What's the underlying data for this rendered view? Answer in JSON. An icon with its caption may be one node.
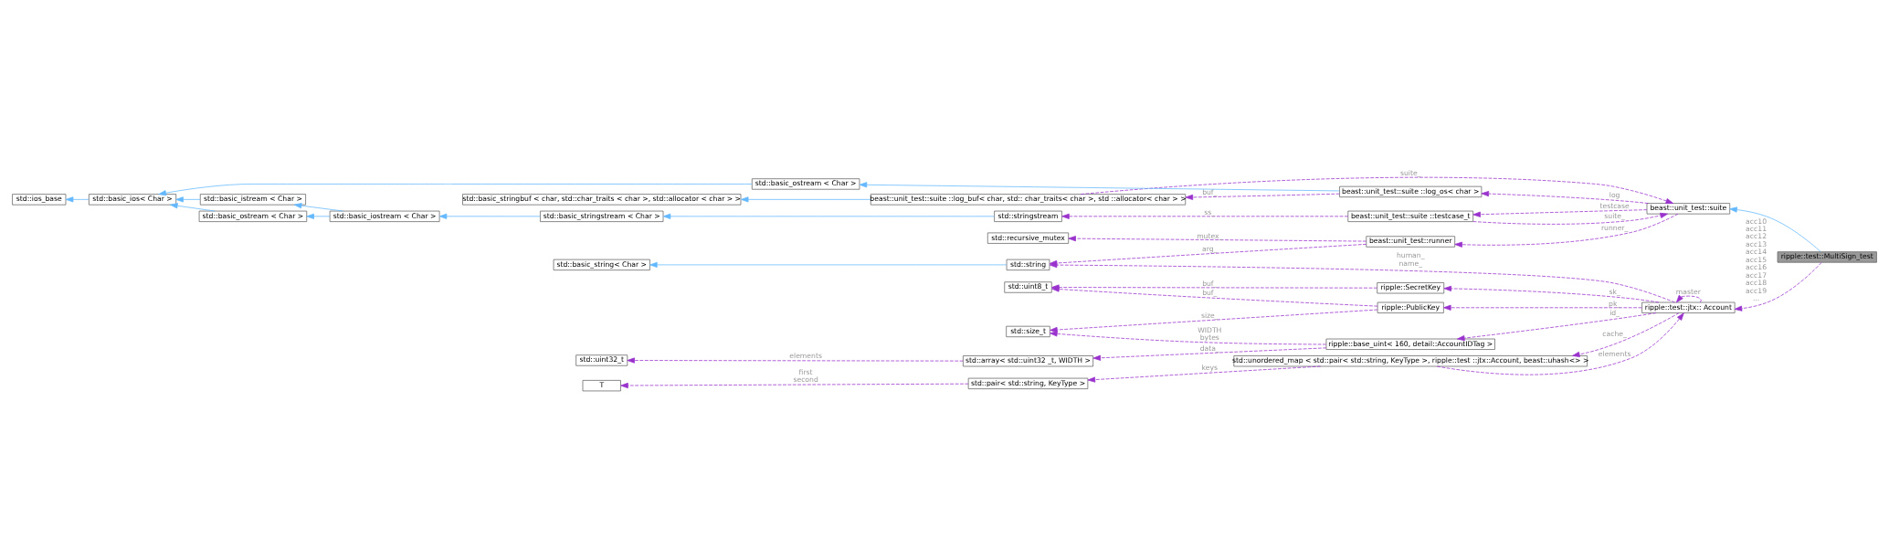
{
  "diagram": {
    "nodes": [
      {
        "text": [
          "ripple::test::MultiSign_test"
        ]
      },
      {
        "text": [
          "beast::unit_test::suite"
        ]
      },
      {
        "text": [
          "std::basic_stringbuf < char, std::char_traits < char >, std::allocator < char > >"
        ]
      },
      {
        "text": [
          "beast::unit_test::suite ::log_buf< char, std:: char_traits< char >, std ::allocator< char > >"
        ]
      },
      {
        "text": [
          "beast::unit_test::suite ::log_os< char >"
        ]
      },
      {
        "text": [
          "std::basic_ostream < Char >"
        ]
      },
      {
        "text": [
          "std::basic_ios< Char >"
        ]
      },
      {
        "text": [
          "std::ios_base"
        ]
      },
      {
        "text": [
          "std::basic_istream < Char >"
        ]
      },
      {
        "text": [
          "std::basic_ostream < Char >"
        ]
      },
      {
        "text": [
          "std::basic_iostream < Char >"
        ]
      },
      {
        "text": [
          "std::basic_stringstream < Char >"
        ]
      },
      {
        "text": [
          "std::stringstream"
        ]
      },
      {
        "text": [
          "beast::unit_test::suite ::testcase_t"
        ]
      },
      {
        "text": [
          "beast::unit_test::runner"
        ]
      },
      {
        "text": [
          "std::string"
        ]
      },
      {
        "text": [
          "std::basic_string< Char >"
        ]
      },
      {
        "text": [
          "std::recursive_mutex"
        ]
      },
      {
        "text": [
          "ripple::test::jtx:: Account"
        ]
      },
      {
        "text": [
          "ripple::PublicKey"
        ]
      },
      {
        "text": [
          "ripple::SecretKey"
        ]
      },
      {
        "text": [
          "std::uint8_t"
        ]
      },
      {
        "text": [
          "std::size_t"
        ]
      },
      {
        "text": [
          "ripple::base_uint< 160, detail::AccountIDTag >"
        ]
      },
      {
        "text": [
          "std::array< std::uint32 _t, WIDTH >"
        ]
      },
      {
        "text": [
          "std::uint32_t"
        ]
      },
      {
        "text": [
          "std::unordered_map < std::pair< std::string, KeyType >, ripple::test ::jtx::Account, beast::uhash<> >"
        ]
      },
      {
        "text": [
          "std::pair< std::string, KeyType >"
        ]
      },
      {
        "text": [
          "T"
        ]
      }
    ],
    "edges": [
      {
        "from": 0,
        "to": 1,
        "arrow": "to",
        "color": "#63b8ff"
      },
      {
        "from": 3,
        "to": 2,
        "arrow": "to",
        "color": "#63b8ff"
      },
      {
        "from": 4,
        "to": 5,
        "arrow": "to",
        "color": "#63b8ff"
      },
      {
        "from": 5,
        "to": 6,
        "arrow": "to",
        "color": "#63b8ff"
      },
      {
        "from": 6,
        "to": 7,
        "arrow": "to",
        "color": "#63b8ff"
      },
      {
        "from": 8,
        "to": 6,
        "arrow": "to",
        "color": "#63b8ff"
      },
      {
        "from": 9,
        "to": 6,
        "arrow": "to",
        "color": "#63b8ff"
      },
      {
        "from": 10,
        "to": 8,
        "arrow": "to",
        "color": "#63b8ff"
      },
      {
        "from": 10,
        "to": 9,
        "arrow": "to",
        "color": "#63b8ff"
      },
      {
        "from": 11,
        "to": 10,
        "arrow": "to",
        "color": "#63b8ff"
      },
      {
        "from": 12,
        "to": 11,
        "arrow": "to",
        "color": "#63b8ff"
      },
      {
        "from": 15,
        "to": 16,
        "arrow": "to",
        "color": "#63b8ff"
      },
      {
        "from": 0,
        "to": 18,
        "arrow": "to",
        "style": "dashed",
        "label": "acc10 acc11 acc12 acc13 acc14 acc15 acc16 acc17 acc18 acc19 ..."
      },
      {
        "from": 18,
        "to": 18,
        "arrow": "to",
        "style": "dashed",
        "label": "master"
      },
      {
        "from": 18,
        "to": 26,
        "arrow": "to",
        "style": "dashed",
        "label": "cache_"
      },
      {
        "from": 26,
        "to": 18,
        "arrow": "to",
        "style": "dashed",
        "label": "elements"
      },
      {
        "from": 26,
        "to": 27,
        "arrow": "to",
        "style": "dashed",
        "label": "keys"
      },
      {
        "from": 27,
        "to": 28,
        "arrow": "to",
        "style": "dashed",
        "label": "first second"
      },
      {
        "from": 18,
        "to": 19,
        "arrow": "to",
        "style": "dashed",
        "label": "pk_"
      },
      {
        "from": 18,
        "to": 20,
        "arrow": "to",
        "style": "dashed",
        "label": "sk_"
      },
      {
        "from": 18,
        "to": 23,
        "arrow": "to",
        "style": "dashed",
        "label": "id_"
      },
      {
        "from": 18,
        "to": 15,
        "arrow": "to",
        "style": "dashed",
        "label": "human_ name_"
      },
      {
        "from": 19,
        "to": 21,
        "arrow": "to",
        "style": "dashed",
        "label": "buf_"
      },
      {
        "from": 19,
        "to": 22,
        "arrow": "to",
        "style": "dashed",
        "label": "size_"
      },
      {
        "from": 20,
        "to": 21,
        "arrow": "to",
        "style": "dashed",
        "label": "buf_"
      },
      {
        "from": 23,
        "to": 22,
        "arrow": "to",
        "style": "dashed",
        "label": "WIDTH bytes"
      },
      {
        "from": 23,
        "to": 24,
        "arrow": "to",
        "style": "dashed",
        "label": "data_"
      },
      {
        "from": 24,
        "to": 25,
        "arrow": "to",
        "style": "dashed",
        "label": "elements"
      },
      {
        "from": 14,
        "to": 15,
        "arrow": "to",
        "style": "dashed",
        "label": "arg_"
      },
      {
        "from": 14,
        "to": 17,
        "arrow": "to",
        "style": "dashed",
        "label": "mutex_"
      },
      {
        "from": 1,
        "to": 14,
        "arrow": "to",
        "style": "dashed",
        "label": "runner_"
      },
      {
        "from": 3,
        "to": 1,
        "arrow": "to",
        "style": "dashed",
        "label": "suite_"
      },
      {
        "from": 1,
        "to": 4,
        "arrow": "to",
        "style": "dashed",
        "label": "log"
      },
      {
        "from": 4,
        "to": 3,
        "arrow": "to",
        "style": "dashed",
        "label": "buf_"
      },
      {
        "from": 1,
        "to": 13,
        "arrow": "to",
        "style": "dashed",
        "label": "testcase"
      },
      {
        "from": 13,
        "to": 1,
        "arrow": "to",
        "style": "dashed",
        "label": "suite_"
      },
      {
        "from": 13,
        "to": 12,
        "arrow": "to",
        "style": "dashed",
        "label": "ss_"
      }
    ]
  }
}
